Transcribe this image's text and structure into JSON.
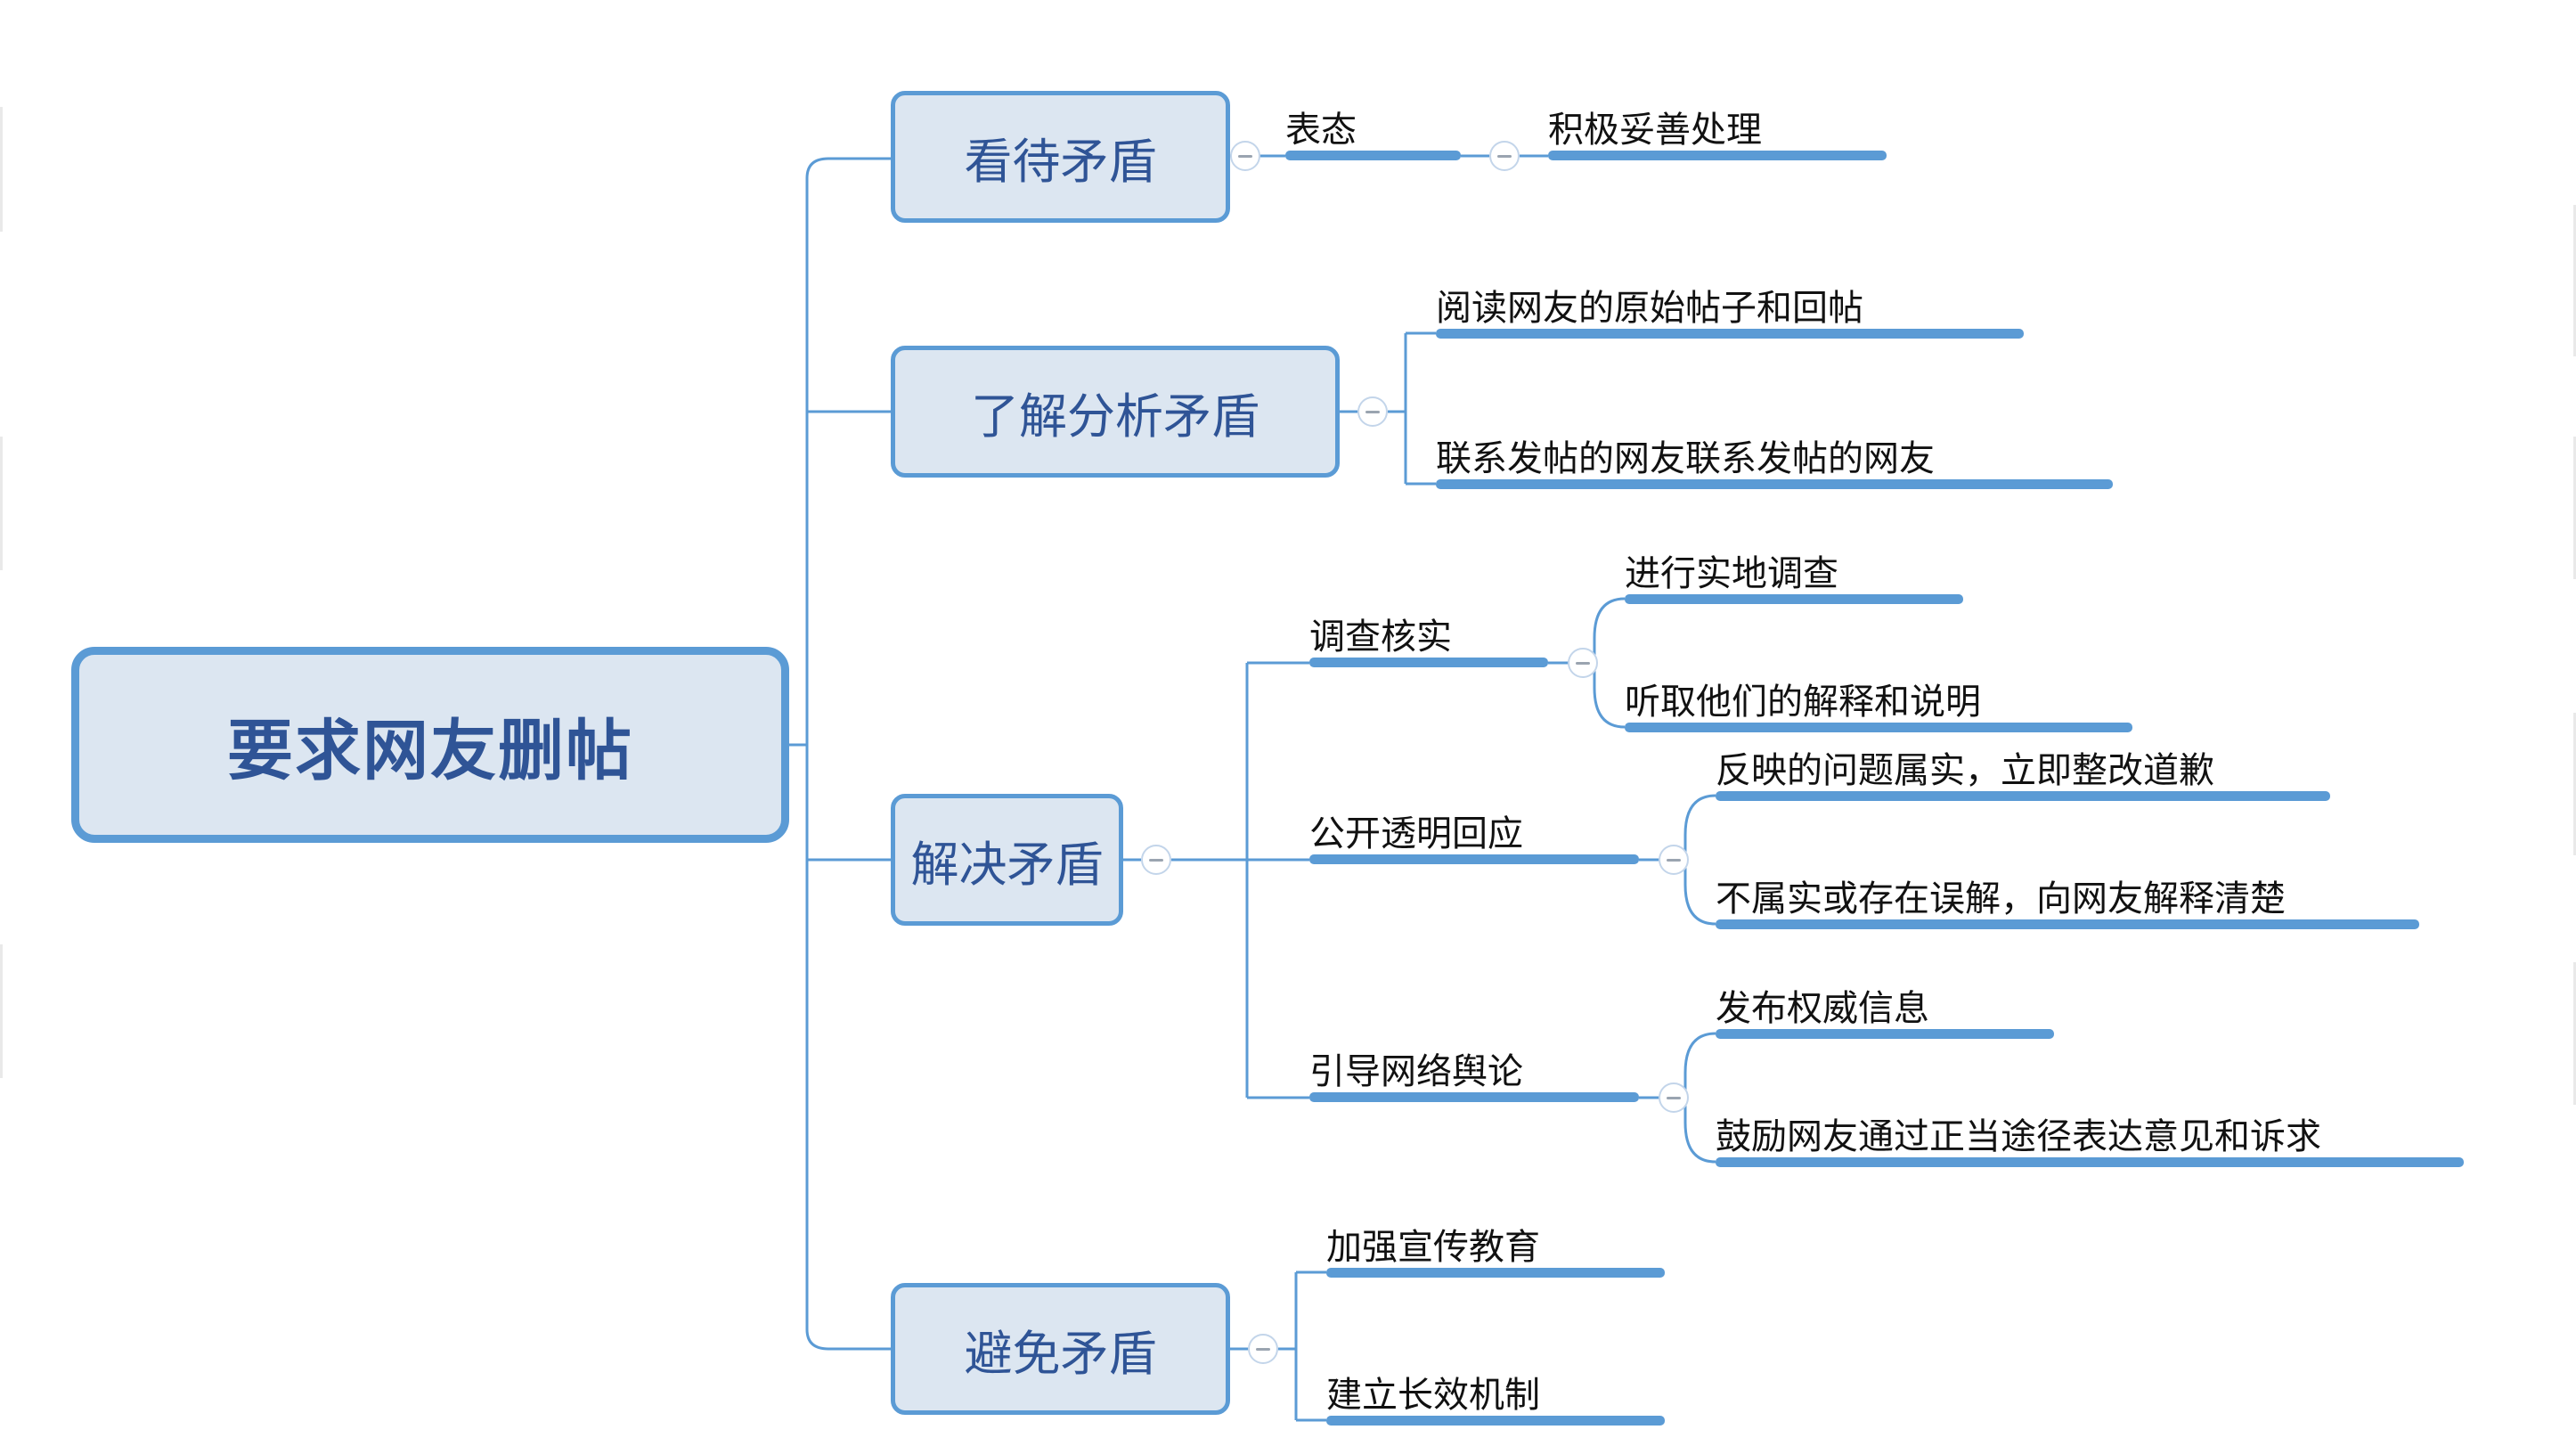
{
  "diagram": {
    "type": "mind-map",
    "title": "要求网友删帖",
    "orientation": "left-to-right",
    "theme": {
      "node_fill": "#dce6f1",
      "node_border": "#5b9bd5",
      "root_text": "#2f5496",
      "branch_text": "#2f5496",
      "leaf_text": "#111111",
      "connector": "#5b9bd5",
      "underline": "#5b9bd5",
      "background": "#ffffff",
      "toggle_border": "#c3d5ea",
      "toggle_glyph": "#9aa4b0"
    },
    "toggle_icon": "collapse-minus-icon",
    "root": {
      "label": "要求网友删帖"
    },
    "branches": [
      {
        "id": "b1",
        "label": "看待矛盾",
        "children": [
          {
            "id": "b1c1",
            "label": "表态",
            "children": [
              {
                "id": "b1c1g1",
                "label": "积极妥善处理"
              }
            ]
          }
        ]
      },
      {
        "id": "b2",
        "label": "了解分析矛盾",
        "children": [
          {
            "id": "b2c1",
            "label": "阅读网友的原始帖子和回帖"
          },
          {
            "id": "b2c2",
            "label": "联系发帖的网友联系发帖的网友"
          }
        ]
      },
      {
        "id": "b3",
        "label": "解决矛盾",
        "children": [
          {
            "id": "b3c1",
            "label": "调查核实",
            "children": [
              {
                "id": "b3c1g1",
                "label": "进行实地调查"
              },
              {
                "id": "b3c1g2",
                "label": "听取他们的解释和说明"
              }
            ]
          },
          {
            "id": "b3c2",
            "label": "公开透明回应",
            "children": [
              {
                "id": "b3c2g1",
                "label": "反映的问题属实，立即整改道歉"
              },
              {
                "id": "b3c2g2",
                "label": "不属实或存在误解，向网友解释清楚"
              }
            ]
          },
          {
            "id": "b3c3",
            "label": "引导网络舆论",
            "children": [
              {
                "id": "b3c3g1",
                "label": "发布权威信息"
              },
              {
                "id": "b3c3g2",
                "label": "鼓励网友通过正当途径表达意见和诉求"
              }
            ]
          }
        ]
      },
      {
        "id": "b4",
        "label": "避免矛盾",
        "children": [
          {
            "id": "b4c1",
            "label": "加强宣传教育"
          },
          {
            "id": "b4c2",
            "label": "建立长效机制"
          }
        ]
      }
    ]
  }
}
